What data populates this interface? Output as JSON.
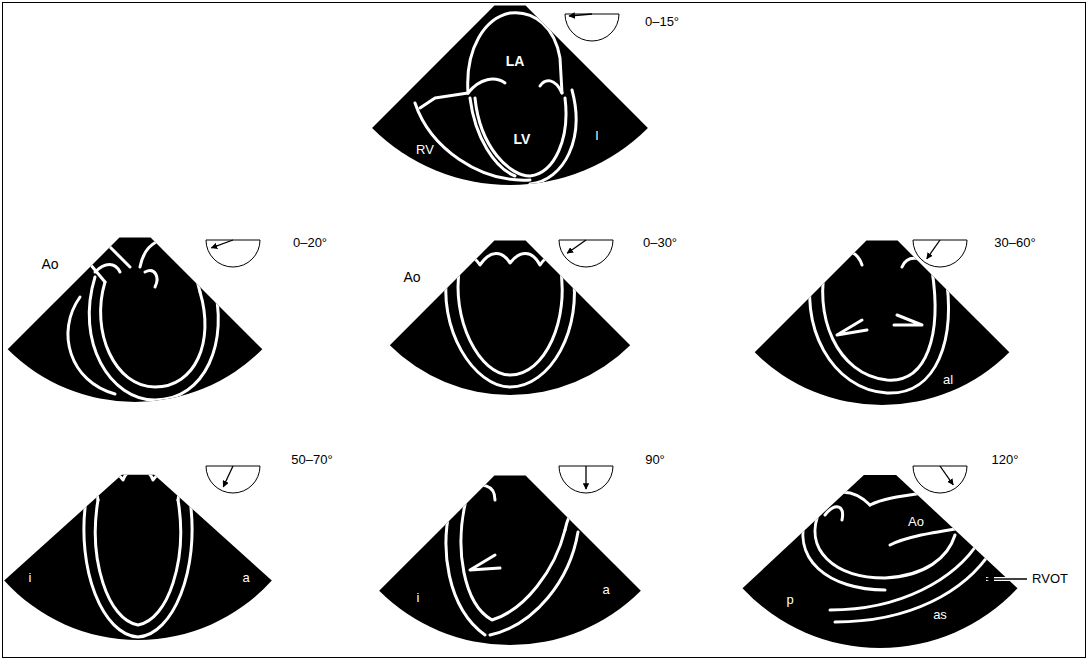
{
  "diagram": {
    "labels": [
      "0–15°",
      "LA",
      "LV",
      "RV",
      "l",
      "Ao",
      "0–20°",
      "Ao",
      "0–30°",
      "30–60°",
      "al",
      "50–70°",
      "i",
      "a",
      "90°",
      "i",
      "a",
      "120°",
      "Ao",
      "RVOT",
      "p",
      "as"
    ]
  }
}
